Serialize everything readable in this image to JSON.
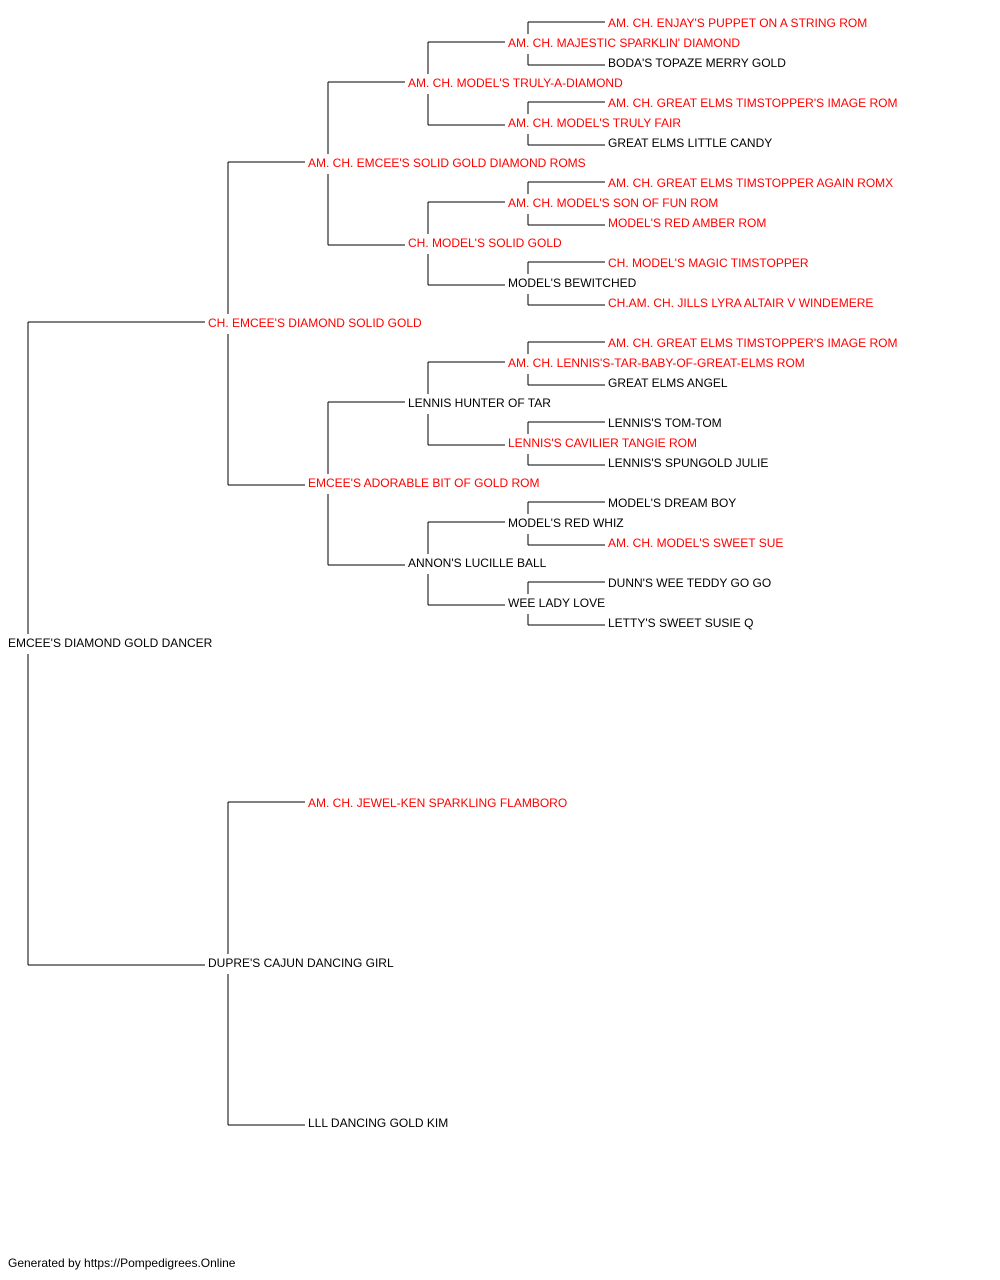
{
  "colors": {
    "champion": "#ff0000",
    "regular": "#000000"
  },
  "footer": "Generated by https://Pompedigrees.Online",
  "subject": {
    "name": "EMCEE'S DIAMOND GOLD DANCER",
    "champion": false
  },
  "sire": {
    "name": "CH. EMCEE'S DIAMOND SOLID GOLD",
    "champion": true,
    "sire": {
      "name": "AM. CH. EMCEE'S SOLID GOLD DIAMOND ROMS",
      "champion": true,
      "sire": {
        "name": "AM. CH. MODEL'S TRULY-A-DIAMOND",
        "champion": true,
        "sire": {
          "name": "AM. CH. MAJESTIC SPARKLIN' DIAMOND",
          "champion": true,
          "sire": {
            "name": "AM. CH. ENJAY'S PUPPET ON A STRING ROM",
            "champion": true
          },
          "dam": {
            "name": "BODA'S TOPAZE MERRY GOLD",
            "champion": false
          }
        },
        "dam": {
          "name": "AM. CH. MODEL'S TRULY FAIR",
          "champion": true,
          "sire": {
            "name": "AM. CH. GREAT ELMS TIMSTOPPER'S IMAGE ROM",
            "champion": true
          },
          "dam": {
            "name": "GREAT ELMS LITTLE CANDY",
            "champion": false
          }
        }
      },
      "dam": {
        "name": "CH. MODEL'S SOLID GOLD",
        "champion": true,
        "sire": {
          "name": "AM. CH. MODEL'S SON OF FUN ROM",
          "champion": true,
          "sire": {
            "name": "AM. CH. GREAT ELMS TIMSTOPPER AGAIN ROMX",
            "champion": true
          },
          "dam": {
            "name": "MODEL'S RED AMBER ROM",
            "champion": true
          }
        },
        "dam": {
          "name": "MODEL'S BEWITCHED",
          "champion": false,
          "sire": {
            "name": "CH. MODEL'S MAGIC TIMSTOPPER",
            "champion": true
          },
          "dam": {
            "name": "CH.AM. CH. JILLS LYRA ALTAIR V WINDEMERE",
            "champion": true
          }
        }
      }
    },
    "dam": {
      "name": "EMCEE'S ADORABLE BIT OF GOLD ROM",
      "champion": true,
      "sire": {
        "name": "LENNIS HUNTER OF TAR",
        "champion": false,
        "sire": {
          "name": "AM. CH. LENNIS'S-TAR-BABY-OF-GREAT-ELMS ROM",
          "champion": true,
          "sire": {
            "name": "AM. CH. GREAT ELMS TIMSTOPPER'S IMAGE ROM",
            "champion": true
          },
          "dam": {
            "name": "GREAT ELMS ANGEL",
            "champion": false
          }
        },
        "dam": {
          "name": "LENNIS'S CAVILIER TANGIE ROM",
          "champion": true,
          "sire": {
            "name": "LENNIS'S TOM-TOM",
            "champion": false
          },
          "dam": {
            "name": "LENNIS'S SPUNGOLD JULIE",
            "champion": false
          }
        }
      },
      "dam": {
        "name": "ANNON'S LUCILLE BALL",
        "champion": false,
        "sire": {
          "name": "MODEL'S RED WHIZ",
          "champion": false,
          "sire": {
            "name": "MODEL'S DREAM BOY",
            "champion": false
          },
          "dam": {
            "name": "AM. CH. MODEL'S SWEET SUE",
            "champion": true
          }
        },
        "dam": {
          "name": "WEE LADY LOVE",
          "champion": false,
          "sire": {
            "name": "DUNN'S WEE TEDDY GO GO",
            "champion": false
          },
          "dam": {
            "name": "LETTY'S SWEET SUSIE Q",
            "champion": false
          }
        }
      }
    }
  },
  "dam": {
    "name": "DUPRE'S CAJUN DANCING GIRL",
    "champion": false,
    "sire": {
      "name": "AM. CH. JEWEL-KEN SPARKLING FLAMBORO",
      "champion": true
    },
    "dam": {
      "name": "LLL DANCING GOLD KIM",
      "champion": false
    }
  }
}
